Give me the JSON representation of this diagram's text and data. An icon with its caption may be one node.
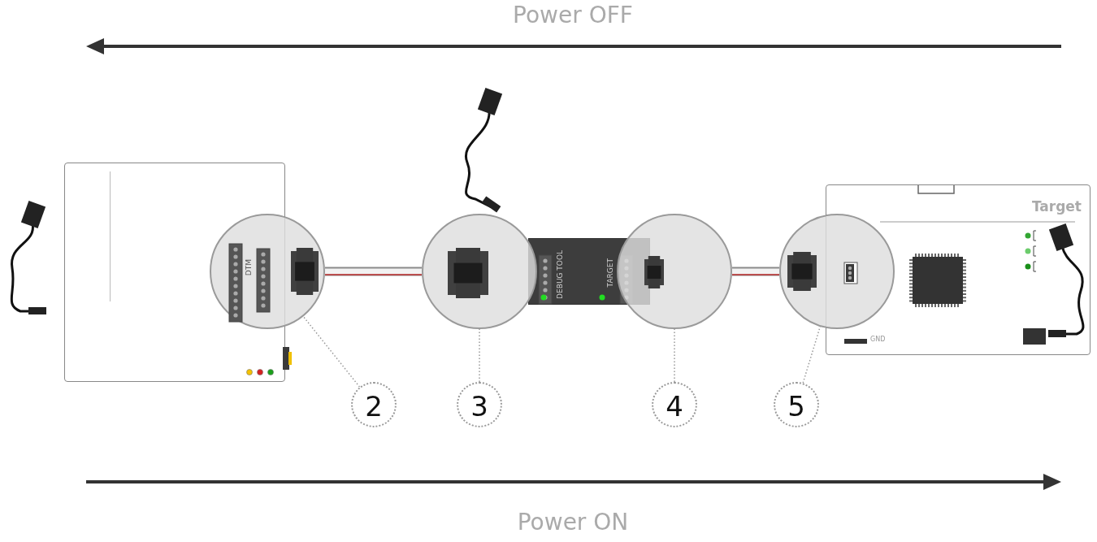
{
  "diagram": {
    "nodes": [
      {
        "text": [],
        "shape": "box"
      },
      {
        "text": [
          "DTM"
        ]
      },
      {
        "text": [],
        "shape": "circle"
      },
      {
        "text": [
          "DEBUG TOOL",
          "TARGET"
        ]
      },
      {
        "text": [],
        "shape": "circle"
      },
      {
        "text": [],
        "shape": "circle"
      },
      {
        "text": [
          "Target"
        ]
      },
      {
        "text": [
          "2"
        ]
      },
      {
        "text": [
          "3"
        ]
      },
      {
        "text": [
          "4"
        ]
      },
      {
        "text": [
          "5"
        ]
      }
    ],
    "edges": [
      {
        "from": 1,
        "to": 2,
        "arrow": "none",
        "style": "thick"
      },
      {
        "from": 4,
        "to": 5,
        "arrow": "none",
        "style": "thick"
      },
      {
        "from": 7,
        "to": 1,
        "arrow": "none",
        "style": "dashed"
      },
      {
        "from": 8,
        "to": 2,
        "arrow": "none",
        "style": "dashed"
      },
      {
        "from": 9,
        "to": 4,
        "arrow": "none",
        "style": "dashed"
      },
      {
        "from": 10,
        "to": 5,
        "arrow": "none",
        "style": "dashed"
      }
    ],
    "labels": [
      "Power OFF",
      "GND",
      "Power ON"
    ]
  }
}
